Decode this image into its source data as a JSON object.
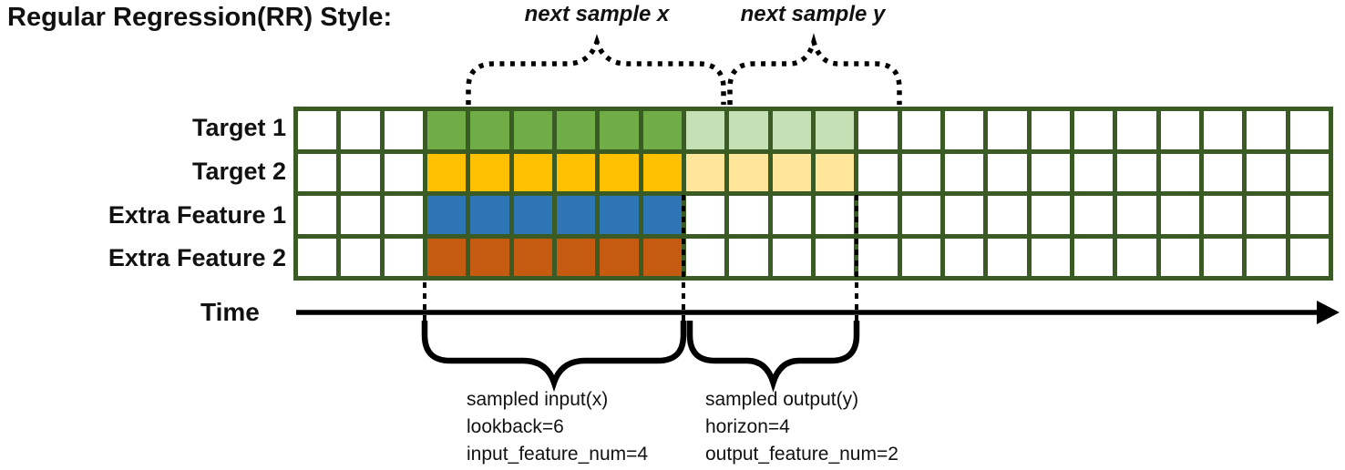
{
  "title": "Regular Regression(RR) Style:",
  "annotations": {
    "next_sample_x": "next sample x",
    "next_sample_y": "next sample y"
  },
  "rows": [
    {
      "label": "Target 1",
      "input_fill": "#70AD47",
      "output_fill": "#C5E0B4"
    },
    {
      "label": "Target 2",
      "input_fill": "#FFC000",
      "output_fill": "#FFE599"
    },
    {
      "label": "Extra Feature 1",
      "input_fill": "#2E75B6",
      "output_fill": null
    },
    {
      "label": "Extra Feature 2",
      "input_fill": "#C55A11",
      "output_fill": null
    }
  ],
  "grid": {
    "columns": 24,
    "rows": 4,
    "input_start_col": 4,
    "input_end_col": 9,
    "output_start_col": 10,
    "output_end_col": 13,
    "empty_fill": "#FFFFFF",
    "border_color": "#3A5C24"
  },
  "time_axis": {
    "label": "Time",
    "line_color": "#000000"
  },
  "sampled_input": {
    "lines": [
      "sampled input(x)",
      "lookback=6",
      "input_feature_num=4"
    ]
  },
  "sampled_output": {
    "lines": [
      "sampled output(y)",
      "horizon=4",
      "output_feature_num=2"
    ]
  }
}
